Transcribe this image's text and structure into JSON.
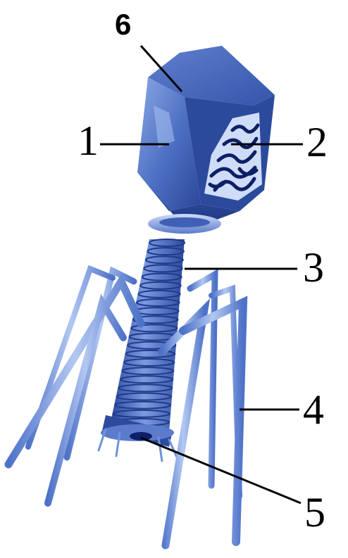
{
  "colors": {
    "head_dark": "#23408f",
    "head_mid": "#3d5fb8",
    "head_light": "#7d9ee0",
    "head_highlight": "#a9c1f0",
    "sheath": "#4a6cc4",
    "sheath_light": "#9ab5ee",
    "fiber": "#6f93d9",
    "fiber_light": "#b8ccf4",
    "dna": "#0d1f66",
    "leader_line": "#000000"
  },
  "labels": {
    "l1": "1",
    "l2": "2",
    "l3": "3",
    "l4": "4",
    "l5": "5",
    "l6": "6"
  }
}
